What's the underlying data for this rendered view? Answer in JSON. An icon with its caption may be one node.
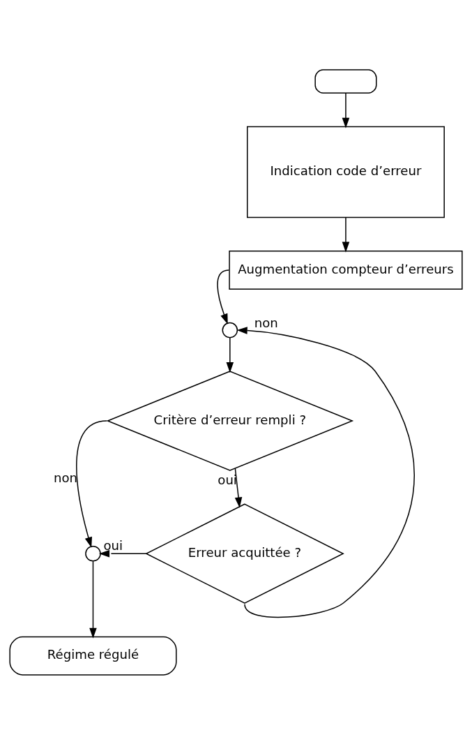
{
  "diagram": {
    "nodes": [
      {
        "text": [],
        "shape": "terminal"
      },
      {
        "text": [
          "Indication code d’erreur"
        ]
      },
      {
        "text": [
          "Augmentation compteur d’erreurs"
        ]
      },
      {
        "text": [],
        "shape": "circle"
      },
      {
        "text": [
          "Critère d’erreur rempli ?"
        ]
      },
      {
        "text": [
          "Erreur acquittée ?"
        ]
      },
      {
        "text": [],
        "shape": "circle"
      },
      {
        "text": [
          "Régime régulé"
        ]
      }
    ],
    "edges": [
      {
        "from": 0,
        "to": 1,
        "arrow": "to"
      },
      {
        "from": 1,
        "to": 2,
        "arrow": "to"
      },
      {
        "from": 2,
        "to": 3,
        "arrow": "to"
      },
      {
        "from": 3,
        "to": 4,
        "arrow": "to"
      },
      {
        "from": 4,
        "to": 5,
        "arrow": "to",
        "label": "oui"
      },
      {
        "from": 4,
        "to": 6,
        "arrow": "to",
        "label": "non"
      },
      {
        "from": 5,
        "to": 6,
        "arrow": "to",
        "label": "oui"
      },
      {
        "from": 5,
        "to": 3,
        "arrow": "to",
        "label": "non"
      },
      {
        "from": 6,
        "to": 7,
        "arrow": "to"
      }
    ]
  }
}
